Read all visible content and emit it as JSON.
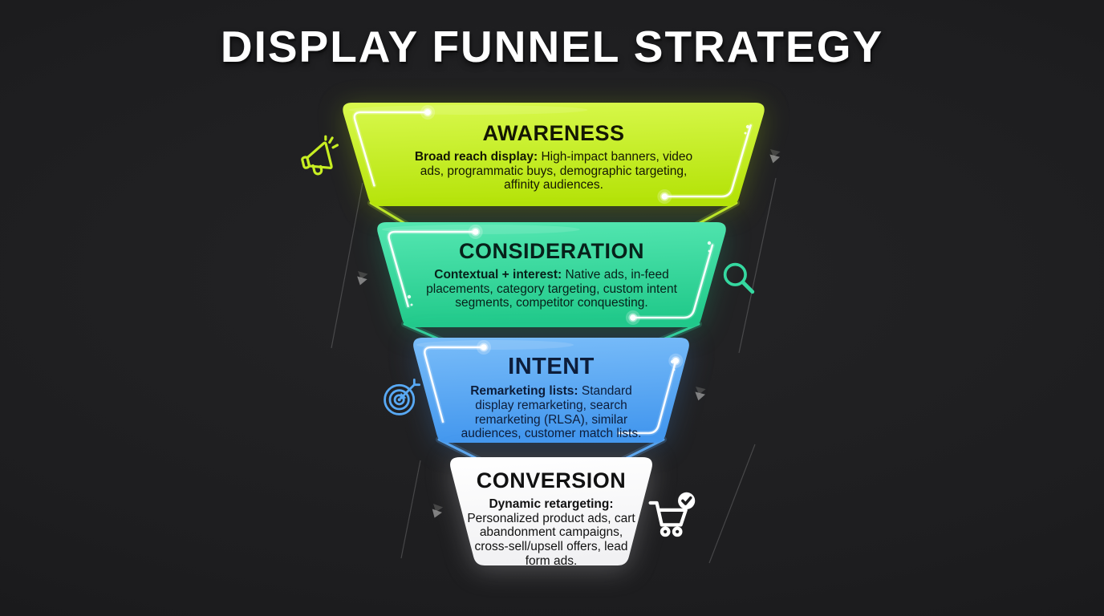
{
  "title": "DISPLAY FUNNEL STRATEGY",
  "colors": {
    "background": "#1d1d1f",
    "title_text": "#ffffff",
    "chevron_dark": "#454545",
    "chevron_light": "#a2a2a2",
    "decor_line": "#ffffff"
  },
  "funnel": {
    "stages": [
      {
        "id": "awareness",
        "label": "AWARENESS",
        "lead": "Broad reach display:",
        "body": "High-impact banners, video ads, programmatic buys, demographic targeting, affinity audiences.",
        "fill_top": "#d9f94e",
        "fill_bottom": "#b5e309",
        "connector_color": "#c9f02a",
        "text_color": "#141703",
        "icon": "megaphone-icon",
        "icon_color": "#c7ee22"
      },
      {
        "id": "consideration",
        "label": "CONSIDERATION",
        "lead": "Contextual + interest:",
        "body": "Native ads, in-feed placements, category targeting, custom intent segments, competitor conquesting.",
        "fill_top": "#55e7b2",
        "fill_bottom": "#21c98a",
        "connector_color": "#35d89c",
        "text_color": "#07211a",
        "icon": "search-icon",
        "icon_color": "#35d8a0"
      },
      {
        "id": "intent",
        "label": "INTENT",
        "lead": "Remarketing lists:",
        "body": "Standard display remarketing, search remarketing (RLSA), similar audiences, customer match lists.",
        "fill_top": "#7abdf9",
        "fill_bottom": "#4397ee",
        "connector_color": "#5aa9f4",
        "text_color": "#0d1d3a",
        "icon": "target-icon",
        "icon_color": "#58a9f4"
      },
      {
        "id": "conversion",
        "label": "CONVERSION",
        "lead": "Dynamic retargeting:",
        "body": "Personalized product ads, cart abandonment campaigns, cross-sell/upsell offers, lead form ads.",
        "fill_top": "#ffffff",
        "fill_bottom": "#f1f1f3",
        "connector_color": "#e8e8ea",
        "text_color": "#111111",
        "icon": "cart-check-icon",
        "icon_color": "#ffffff"
      }
    ]
  }
}
